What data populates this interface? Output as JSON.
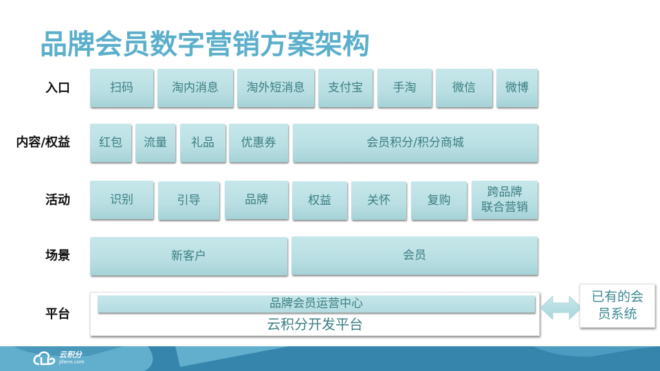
{
  "title": "品牌会员数字营销方案架构",
  "rows": {
    "entry": {
      "label": "入口",
      "items": [
        "扫码",
        "淘内消息",
        "淘外短消息",
        "支付宝",
        "手淘",
        "微信",
        "微博"
      ]
    },
    "content": {
      "label": "内容/权益",
      "items": [
        "红包",
        "流量",
        "礼品",
        "优惠券",
        "会员积分/积分商城"
      ]
    },
    "activity": {
      "label": "活动",
      "items": [
        "识别",
        "引导",
        "品牌",
        "权益",
        "关怀",
        "复购",
        "跨品牌\n联合营销"
      ]
    },
    "scene": {
      "label": "场景",
      "items": [
        "新客户",
        "会员"
      ]
    },
    "platform": {
      "label": "平台",
      "ops_center": "品牌会员运营中心",
      "dev_platform": "云积分开发平台"
    }
  },
  "legacy_system": "已有的会\n员系统",
  "connector": "double-arrow-icon",
  "footer": {
    "logo_cn": "云积分",
    "logo_en": "Jifenn.com",
    "logo_icon": "cloud-logo-icon",
    "colors": {
      "dark": "#3585ad",
      "light": "#62afcd"
    }
  },
  "colors": {
    "title": "#5bafcb",
    "box_fill": "#bfe3e7",
    "box_text": "#3b7e82"
  }
}
